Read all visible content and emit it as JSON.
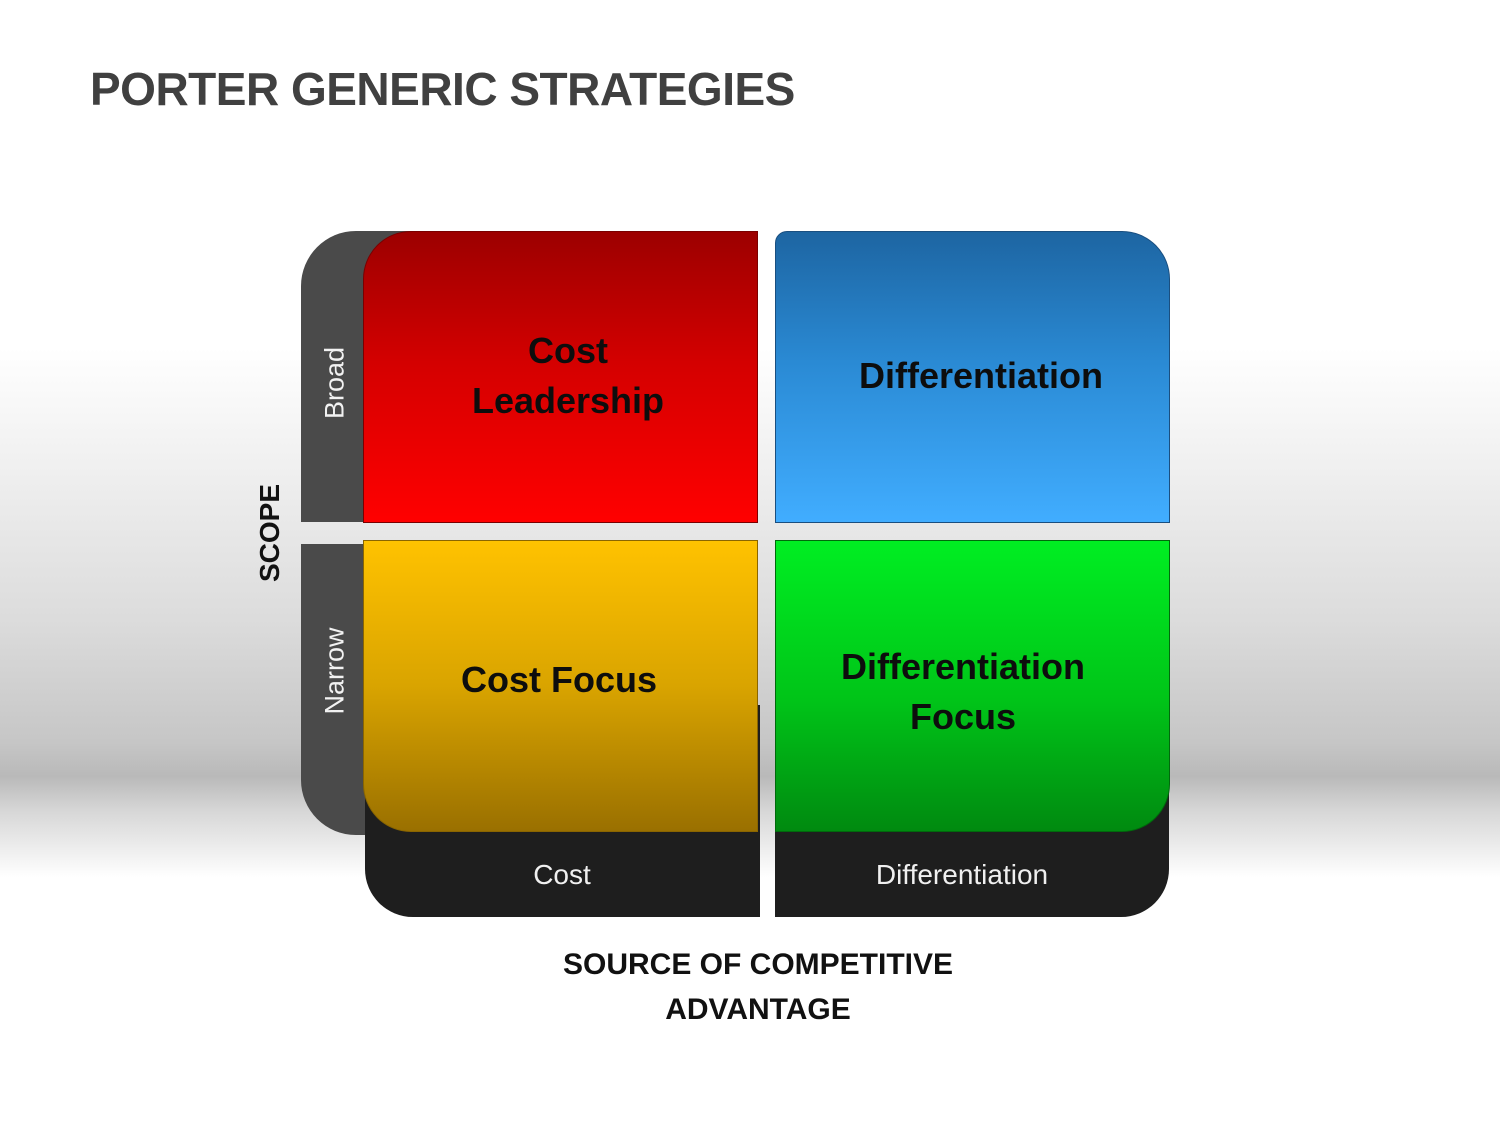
{
  "slide": {
    "title": "PORTER GENERIC STRATEGIES"
  },
  "diagram": {
    "y_axis": {
      "title": "SCOPE",
      "rows": [
        "Broad",
        "Narrow"
      ]
    },
    "x_axis": {
      "title": "SOURCE OF COMPETITIVE\nADVANTAGE",
      "columns": [
        "Cost",
        "Differentiation"
      ]
    },
    "quadrants": {
      "broad_cost": "Cost\nLeadership",
      "broad_differentiation": "Differentiation",
      "narrow_cost": "Cost Focus",
      "narrow_differentiation": "Differentiation\nFocus"
    },
    "colors": {
      "broad_cost": "#e00000",
      "broad_differentiation": "#2a8ad4",
      "narrow_cost": "#d9a400",
      "narrow_differentiation": "#00c418",
      "rail": "#4a4a4a",
      "bottom_band": "#1e1e1e"
    }
  }
}
